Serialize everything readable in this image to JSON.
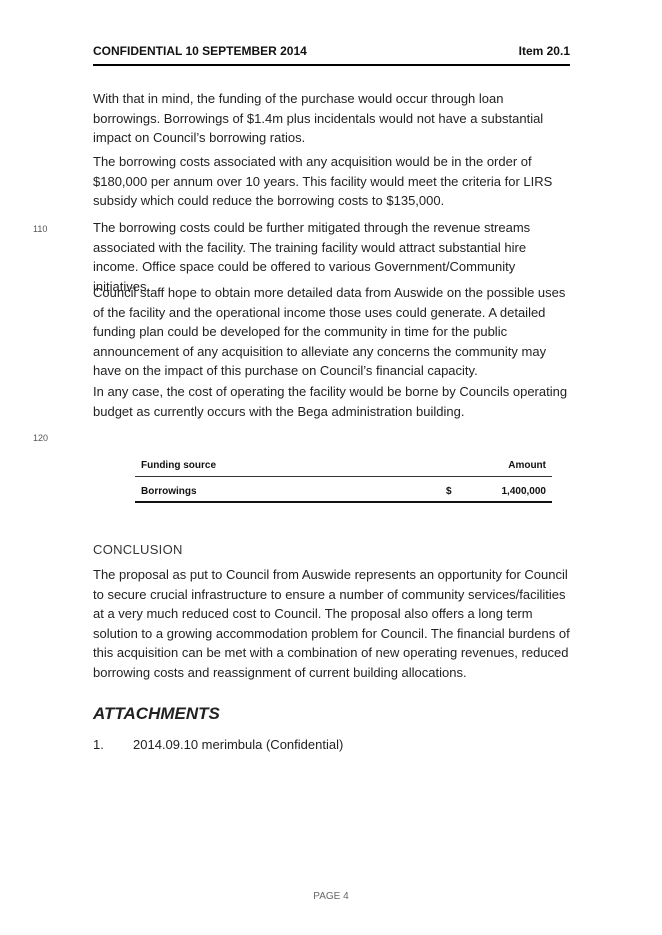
{
  "header": {
    "left": "CONFIDENTIAL 10 SEPTEMBER 2014",
    "right": "Item 20.1"
  },
  "paragraphs": [
    "With that in mind, the funding of the purchase would occur through loan borrowings. Borrowings of $1.4m plus incidentals would not have a substantial impact on Council’s borrowing ratios.",
    "The borrowing costs associated with any acquisition would be in the order of $180,000 per annum over 10 years. This facility would meet the criteria for LIRS subsidy which could reduce the borrowing costs to $135,000.",
    "The borrowing costs could be further mitigated through the revenue streams associated with the facility. The training facility would attract substantial hire income. Office space could be offered to various Government/Community initiatives.",
    "Council staff hope to obtain more detailed data from Auswide on the possible uses of the facility and the operational income those uses could generate. A detailed funding plan could be developed for the community in time for the public announcement of any acquisition to alleviate any concerns the community may have on the impact of this purchase on Council’s financial capacity.",
    "In any case, the cost of operating the facility would be borne by Councils operating budget as currently occurs with the Bega administration building."
  ],
  "line_numbers": {
    "first": "110",
    "second": "120"
  },
  "funding_table": {
    "headers": {
      "source": "Funding source",
      "amount": "Amount"
    },
    "rows": [
      {
        "source": "Borrowings",
        "currency": "$",
        "amount": "1,400,000"
      }
    ]
  },
  "conclusion": {
    "heading": "CONCLUSION",
    "text": "The proposal as put to Council from Auswide represents an opportunity for Council to secure crucial infrastructure to ensure a number of community services/facilities at a very much reduced cost to Council. The proposal also offers a long term solution to a growing accommodation problem for Council. The financial burdens of this acquisition can be met with a combination of new operating revenues, reduced borrowing costs and reassignment of current building allocations."
  },
  "attachments": {
    "heading": "ATTACHMENTS",
    "items": [
      {
        "number": "1.",
        "label": "2014.09.10 merimbula (Confidential)"
      }
    ]
  },
  "footer": {
    "page": "PAGE 4"
  }
}
